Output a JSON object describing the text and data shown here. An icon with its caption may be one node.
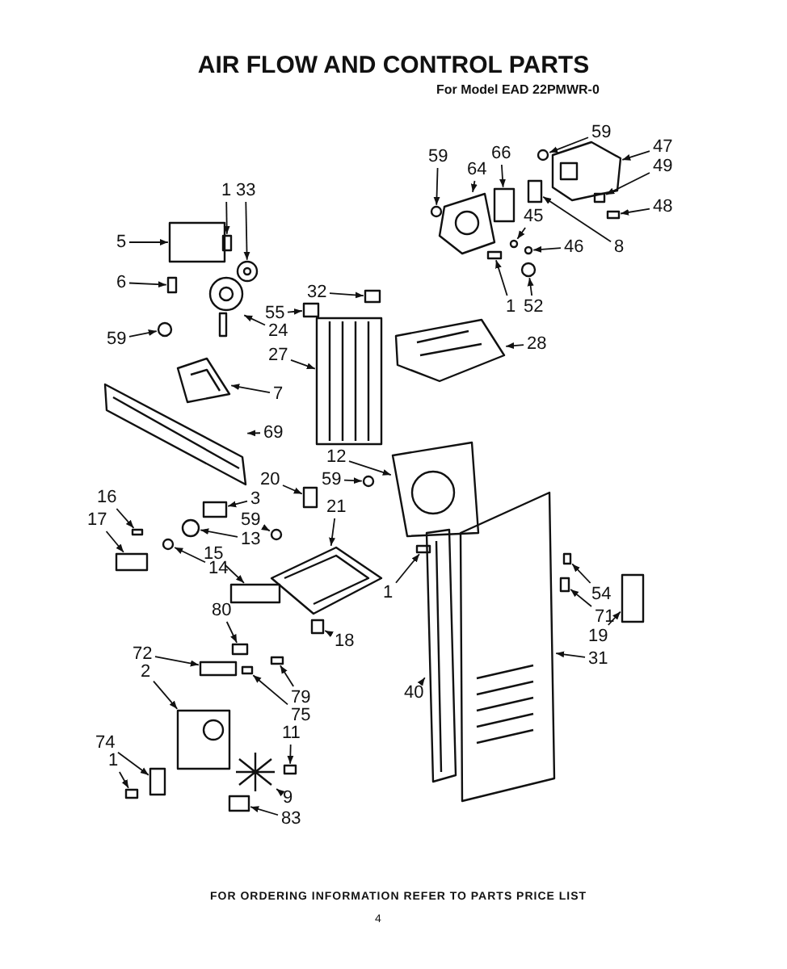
{
  "diagram": {
    "title": "AIR FLOW AND CONTROL PARTS",
    "nodes": [
      {
        "text": [
          "1"
        ]
      },
      {
        "text": [
          "33"
        ]
      },
      {
        "text": [
          "5"
        ]
      },
      {
        "text": [
          "6"
        ]
      },
      {
        "text": [
          "59"
        ]
      },
      {
        "text": [
          "24"
        ]
      },
      {
        "text": [
          "27"
        ]
      },
      {
        "text": [
          "55"
        ]
      },
      {
        "text": [
          "32"
        ]
      },
      {
        "text": [
          "59"
        ]
      },
      {
        "text": [
          "64"
        ]
      },
      {
        "text": [
          "66"
        ]
      },
      {
        "text": [
          "59"
        ]
      },
      {
        "text": [
          "47"
        ]
      },
      {
        "text": [
          "49"
        ]
      },
      {
        "text": [
          "48"
        ]
      },
      {
        "text": [
          "45"
        ]
      },
      {
        "text": [
          "46"
        ]
      },
      {
        "text": [
          "8"
        ]
      },
      {
        "text": [
          "1"
        ]
      },
      {
        "text": [
          "52"
        ]
      },
      {
        "text": [
          "28"
        ]
      },
      {
        "text": [
          "7"
        ]
      },
      {
        "text": [
          "69"
        ]
      },
      {
        "text": [
          "16"
        ]
      },
      {
        "text": [
          "17"
        ]
      },
      {
        "text": [
          "3"
        ]
      },
      {
        "text": [
          "13"
        ]
      },
      {
        "text": [
          "14"
        ]
      },
      {
        "text": [
          "15"
        ]
      },
      {
        "text": [
          "20"
        ]
      },
      {
        "text": [
          "21"
        ]
      },
      {
        "text": [
          "59"
        ]
      },
      {
        "text": [
          "12"
        ]
      },
      {
        "text": [
          "59"
        ]
      },
      {
        "text": [
          "1"
        ]
      },
      {
        "text": [
          "18"
        ]
      },
      {
        "text": [
          "80"
        ]
      },
      {
        "text": [
          "54"
        ]
      },
      {
        "text": [
          "71"
        ]
      },
      {
        "text": [
          "19"
        ]
      },
      {
        "text": [
          "31"
        ]
      },
      {
        "text": [
          "40"
        ]
      },
      {
        "text": [
          "72"
        ]
      },
      {
        "text": [
          "2"
        ]
      },
      {
        "text": [
          "79"
        ]
      },
      {
        "text": [
          "75"
        ]
      },
      {
        "text": [
          "11"
        ]
      },
      {
        "text": [
          "74"
        ]
      },
      {
        "text": [
          "1"
        ]
      },
      {
        "text": [
          "9"
        ]
      },
      {
        "text": [
          "83"
        ]
      },
      {
        "text": [],
        "shape": "box"
      },
      {
        "text": [],
        "shape": "picture"
      },
      {
        "text": [],
        "shape": "box"
      },
      {
        "text": [],
        "shape": "box"
      },
      {
        "text": [],
        "shape": "circle"
      },
      {
        "text": [],
        "shape": "picture"
      },
      {
        "text": [],
        "shape": "picture"
      },
      {
        "text": [],
        "shape": "box"
      },
      {
        "text": [],
        "shape": "box"
      },
      {
        "text": [],
        "shape": "circle"
      },
      {
        "text": [],
        "shape": "picture"
      },
      {
        "text": [],
        "shape": "box"
      },
      {
        "text": [],
        "shape": "circle"
      },
      {
        "text": [],
        "shape": "picture"
      },
      {
        "text": [],
        "shape": "box"
      },
      {
        "text": [],
        "shape": "box"
      },
      {
        "text": [],
        "shape": "circle"
      },
      {
        "text": [],
        "shape": "circle"
      },
      {
        "text": [],
        "shape": "box"
      },
      {
        "text": [],
        "shape": "box"
      },
      {
        "text": [],
        "shape": "circle"
      },
      {
        "text": [],
        "shape": "picture"
      },
      {
        "text": [],
        "shape": "picture"
      },
      {
        "text": [],
        "shape": "picture"
      },
      {
        "text": [],
        "shape": "box"
      },
      {
        "text": [],
        "shape": "box"
      },
      {
        "text": [],
        "shape": "box"
      },
      {
        "text": [],
        "shape": "circle"
      },
      {
        "text": [],
        "shape": "circle"
      },
      {
        "text": [],
        "shape": "box"
      },
      {
        "text": [],
        "shape": "box"
      },
      {
        "text": [],
        "shape": "picture"
      },
      {
        "text": [],
        "shape": "circle"
      },
      {
        "text": [],
        "shape": "picture"
      },
      {
        "text": [],
        "shape": "circle"
      },
      {
        "text": [],
        "shape": "box"
      },
      {
        "text": [],
        "shape": "box"
      },
      {
        "text": [],
        "shape": "box"
      },
      {
        "text": [],
        "shape": "box"
      },
      {
        "text": [],
        "shape": "box"
      },
      {
        "text": [],
        "shape": "box"
      },
      {
        "text": [],
        "shape": "picture"
      },
      {
        "text": [],
        "shape": "picture"
      },
      {
        "text": [],
        "shape": "box"
      },
      {
        "text": [],
        "shape": "picture"
      },
      {
        "text": [],
        "shape": "box"
      },
      {
        "text": [],
        "shape": "box"
      },
      {
        "text": [],
        "shape": "box"
      },
      {
        "text": [],
        "shape": "box"
      },
      {
        "text": [],
        "shape": "box"
      },
      {
        "text": [],
        "shape": "picture"
      },
      {
        "text": [],
        "shape": "box"
      }
    ],
    "edges": [
      {
        "from": 0,
        "to": 52,
        "arrow": "to"
      },
      {
        "from": 1,
        "to": 53,
        "arrow": "to"
      },
      {
        "from": 2,
        "to": 54,
        "arrow": "to"
      },
      {
        "from": 3,
        "to": 55,
        "arrow": "to"
      },
      {
        "from": 4,
        "to": 56,
        "arrow": "to"
      },
      {
        "from": 5,
        "to": 57,
        "arrow": "to"
      },
      {
        "from": 6,
        "to": 58,
        "arrow": "to"
      },
      {
        "from": 7,
        "to": 59,
        "arrow": "to"
      },
      {
        "from": 8,
        "to": 60,
        "arrow": "to"
      },
      {
        "from": 9,
        "to": 61,
        "arrow": "to"
      },
      {
        "from": 10,
        "to": 62,
        "arrow": "to"
      },
      {
        "from": 11,
        "to": 63,
        "arrow": "to"
      },
      {
        "from": 12,
        "to": 64,
        "arrow": "to"
      },
      {
        "from": 13,
        "to": 65,
        "arrow": "to"
      },
      {
        "from": 14,
        "to": 66,
        "arrow": "to"
      },
      {
        "from": 15,
        "to": 67,
        "arrow": "to"
      },
      {
        "from": 16,
        "to": 68,
        "arrow": "to"
      },
      {
        "from": 17,
        "to": 69,
        "arrow": "to"
      },
      {
        "from": 18,
        "to": 70,
        "arrow": "to"
      },
      {
        "from": 19,
        "to": 71,
        "arrow": "to"
      },
      {
        "from": 20,
        "to": 72,
        "arrow": "to"
      },
      {
        "from": 21,
        "to": 73,
        "arrow": "to"
      },
      {
        "from": 22,
        "to": 74,
        "arrow": "to"
      },
      {
        "from": 23,
        "to": 75,
        "arrow": "to"
      },
      {
        "from": 24,
        "to": 76,
        "arrow": "to"
      },
      {
        "from": 25,
        "to": 77,
        "arrow": "to"
      },
      {
        "from": 26,
        "to": 78,
        "arrow": "to"
      },
      {
        "from": 27,
        "to": 79,
        "arrow": "to"
      },
      {
        "from": 28,
        "to": 80,
        "arrow": "to"
      },
      {
        "from": 29,
        "to": 81,
        "arrow": "to"
      },
      {
        "from": 30,
        "to": 82,
        "arrow": "to"
      },
      {
        "from": 31,
        "to": 83,
        "arrow": "to"
      },
      {
        "from": 32,
        "to": 84,
        "arrow": "to"
      },
      {
        "from": 33,
        "to": 85,
        "arrow": "to"
      },
      {
        "from": 34,
        "to": 86,
        "arrow": "to"
      },
      {
        "from": 35,
        "to": 87,
        "arrow": "to"
      },
      {
        "from": 36,
        "to": 88,
        "arrow": "to"
      },
      {
        "from": 37,
        "to": 89,
        "arrow": "to"
      },
      {
        "from": 38,
        "to": 90,
        "arrow": "to"
      },
      {
        "from": 39,
        "to": 91,
        "arrow": "to"
      },
      {
        "from": 40,
        "to": 92,
        "arrow": "to"
      },
      {
        "from": 41,
        "to": 93,
        "arrow": "to"
      },
      {
        "from": 42,
        "to": 94,
        "arrow": "to"
      },
      {
        "from": 43,
        "to": 95,
        "arrow": "to"
      },
      {
        "from": 44,
        "to": 96,
        "arrow": "to"
      },
      {
        "from": 45,
        "to": 97,
        "arrow": "to"
      },
      {
        "from": 46,
        "to": 98,
        "arrow": "to"
      },
      {
        "from": 47,
        "to": 99,
        "arrow": "to"
      },
      {
        "from": 48,
        "to": 100,
        "arrow": "to"
      },
      {
        "from": 49,
        "to": 101,
        "arrow": "to"
      },
      {
        "from": 50,
        "to": 102,
        "arrow": "to"
      },
      {
        "from": 51,
        "to": 103,
        "arrow": "to"
      }
    ],
    "labels": [
      "For Model EAD 22PMWR-0",
      "FOR ORDERING INFORMATION REFER TO PARTS PRICE LIST",
      "4"
    ]
  }
}
